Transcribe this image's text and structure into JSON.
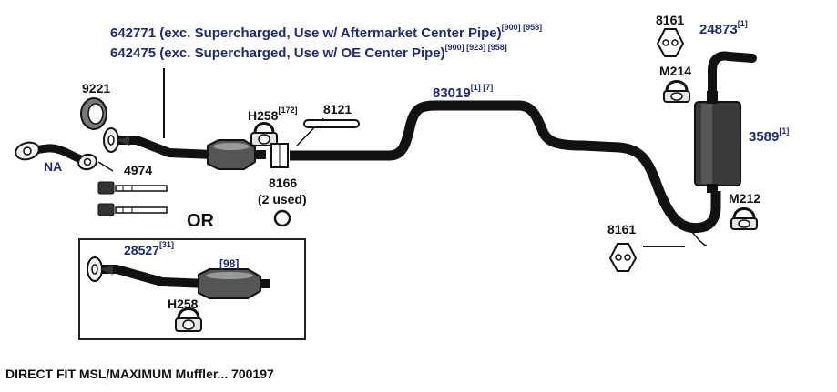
{
  "diagram": {
    "pipe_options": [
      {
        "part": "642771",
        "desc": "(exc. Supercharged, Use w/ Aftermarket Center Pipe)",
        "notes": "[900] [958]"
      },
      {
        "part": "642475",
        "desc": "(exc. Supercharged, Use w/ OE Center Pipe)",
        "notes": "[900] [923] [958]"
      }
    ],
    "parts": {
      "p9221": "9221",
      "na": "NA",
      "p4974": "4974",
      "h258": "H258",
      "h258_note": "[172]",
      "p8121": "8121",
      "p8166": "8166",
      "p8166_sub": "(2 used)",
      "p83019": "83019",
      "p83019_note": "[1] [7]",
      "p8161_top": "8161",
      "p24873": "24873",
      "p24873_note": "[1]",
      "m214": "M214",
      "p3589": "3589",
      "p3589_note": "[1]",
      "m212": "M212",
      "p8161_bottom": "8161"
    },
    "or_label": "OR",
    "alt_box": {
      "part": "28527",
      "part_note": "[31]",
      "cat_note": "[98]",
      "clamp": "H258"
    },
    "footer": "DIRECT FIT MSL/MAXIMUM Muffler... 700197"
  }
}
